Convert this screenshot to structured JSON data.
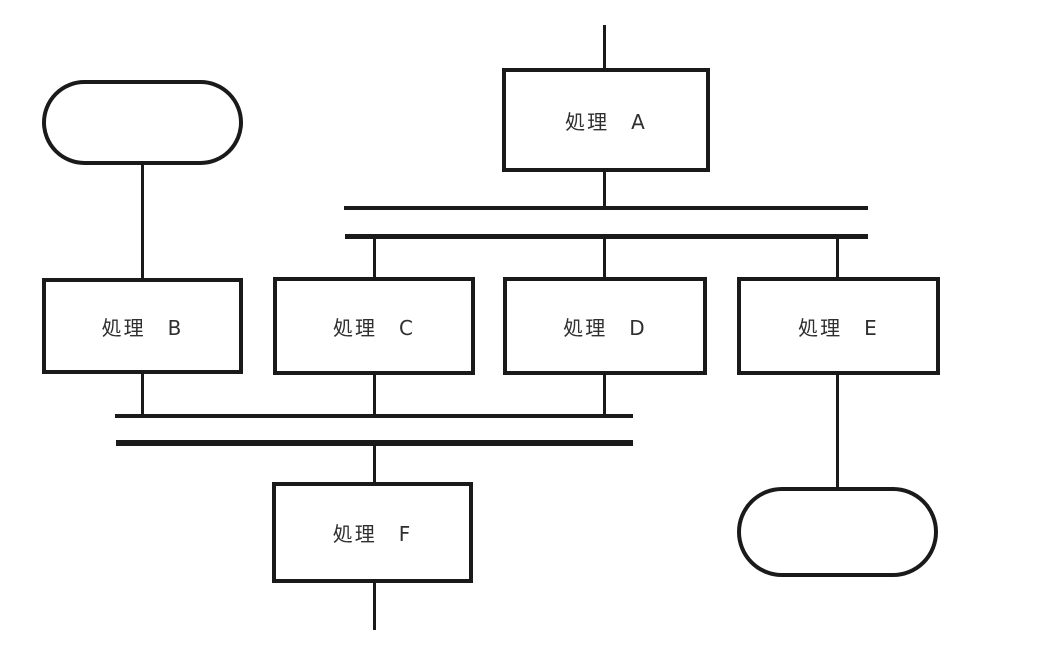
{
  "diagram": {
    "type": "flowchart-parallel-processing",
    "language": "ja",
    "background_color": "#ffffff",
    "stroke_color": "#1a1a1a",
    "nodes": {
      "start_terminator": {
        "shape": "terminator",
        "label": ""
      },
      "a": {
        "shape": "process",
        "label": "処理　A"
      },
      "b": {
        "shape": "process",
        "label": "処理　B"
      },
      "c": {
        "shape": "process",
        "label": "処理　C"
      },
      "d": {
        "shape": "process",
        "label": "処理　D"
      },
      "e": {
        "shape": "process",
        "label": "処理　E"
      },
      "f": {
        "shape": "process",
        "label": "処理　F"
      },
      "end_terminator": {
        "shape": "terminator",
        "label": ""
      }
    },
    "sync_bars": [
      {
        "id": "fork-bar-upper",
        "role": "fork",
        "below": "a"
      },
      {
        "id": "fork-bar-lower",
        "role": "fork",
        "above": [
          "c",
          "d",
          "e"
        ]
      },
      {
        "id": "join-bar-upper",
        "role": "join",
        "below": [
          "b",
          "c",
          "d"
        ]
      },
      {
        "id": "join-bar-lower",
        "role": "join",
        "above": "f"
      }
    ],
    "edges": [
      {
        "from": "top-edge",
        "to": "a"
      },
      {
        "from": "a",
        "to": "fork-bars"
      },
      {
        "from": "fork-bars",
        "to": "c"
      },
      {
        "from": "fork-bars",
        "to": "d"
      },
      {
        "from": "fork-bars",
        "to": "e"
      },
      {
        "from": "start_terminator",
        "to": "b"
      },
      {
        "from": "b",
        "to": "join-bars"
      },
      {
        "from": "c",
        "to": "join-bars"
      },
      {
        "from": "d",
        "to": "join-bars"
      },
      {
        "from": "join-bars",
        "to": "f"
      },
      {
        "from": "f",
        "to": "bottom-edge"
      },
      {
        "from": "e",
        "to": "end_terminator"
      }
    ]
  }
}
